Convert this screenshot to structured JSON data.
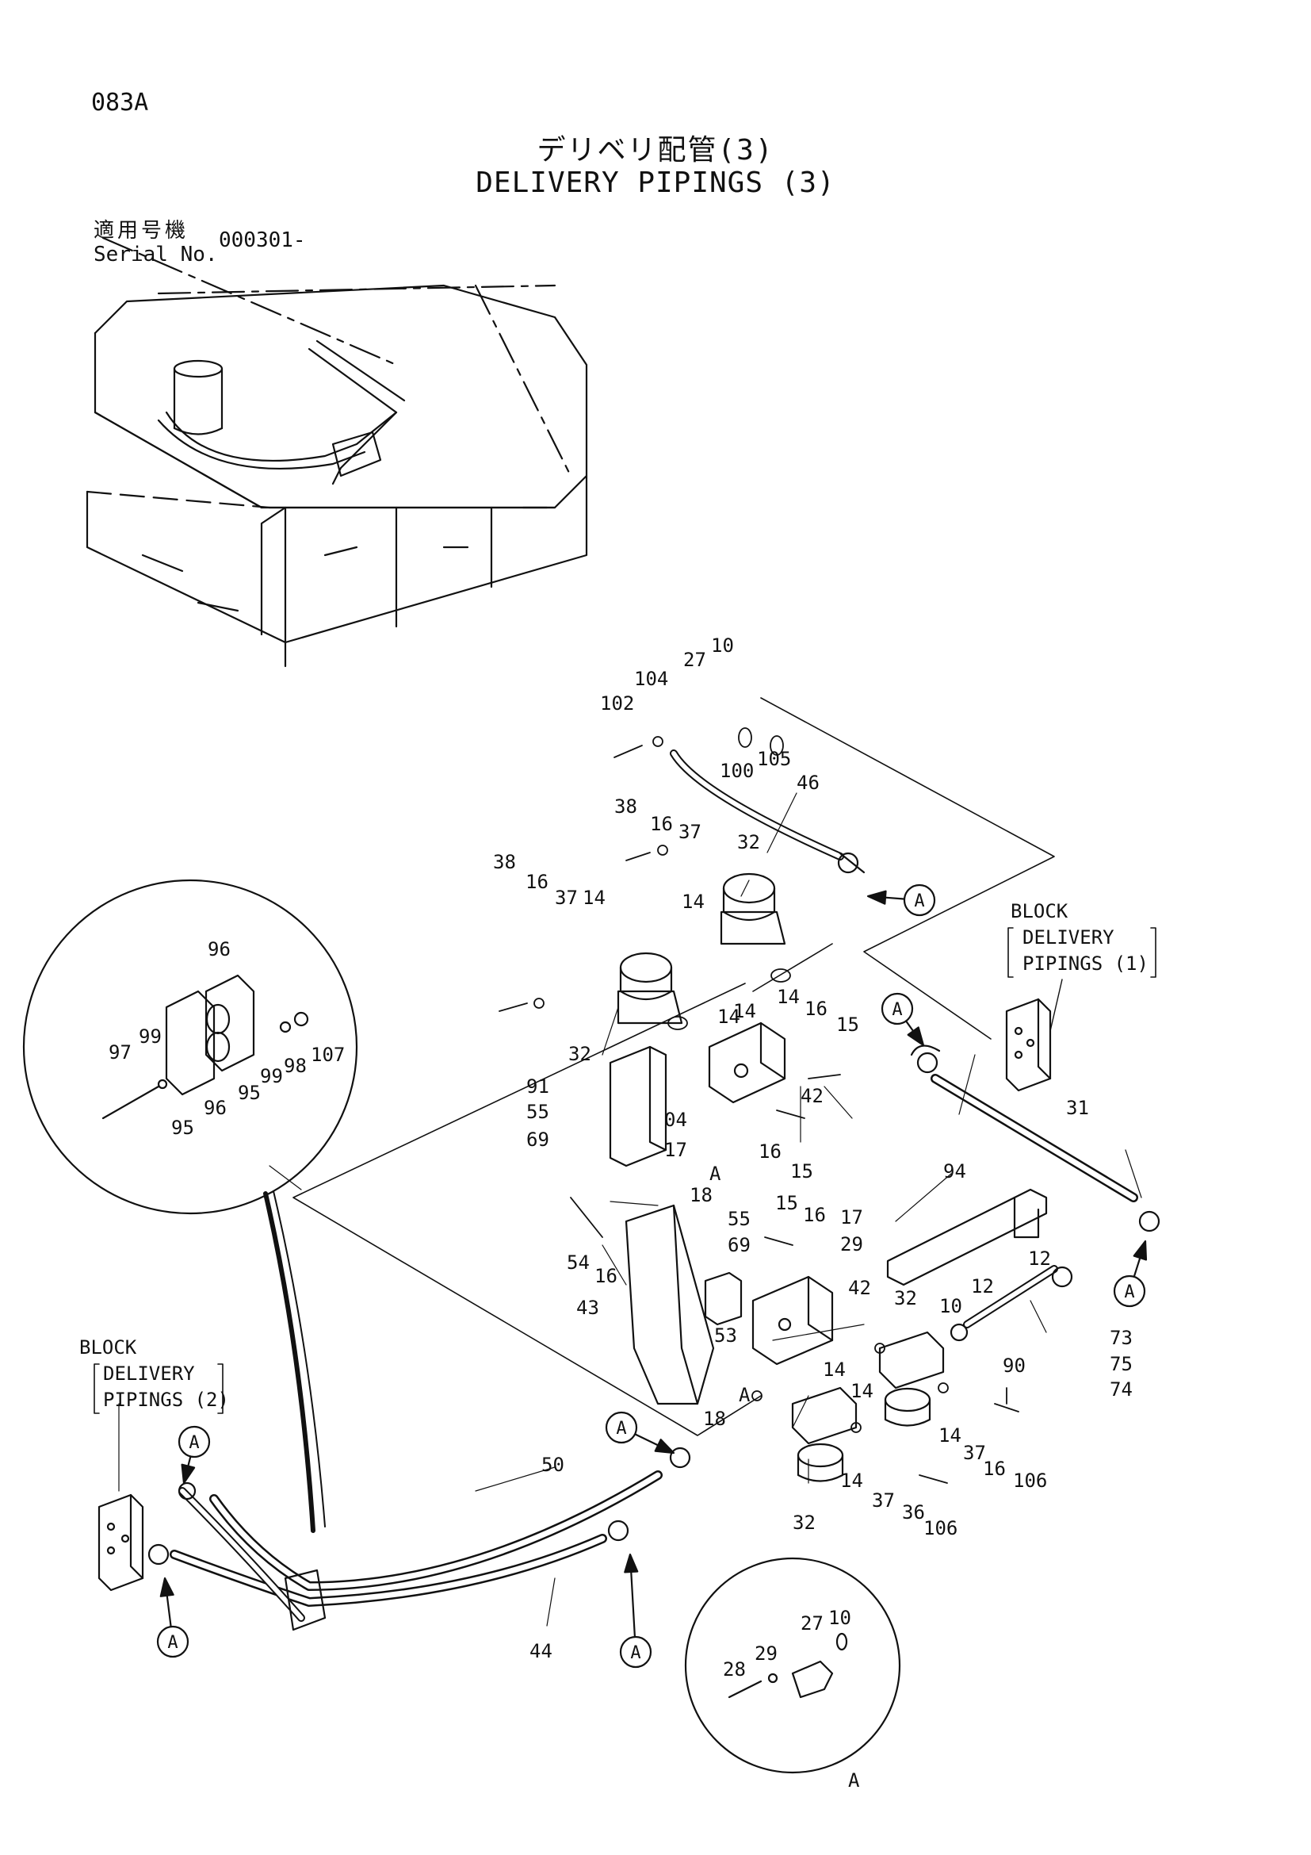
{
  "page_code": "083A",
  "title_jp": "デリベリ配管(3)",
  "title_en": "DELIVERY PIPINGS (3)",
  "serial": {
    "label_jp": "適用号機",
    "label_en": "Serial No.",
    "value": "000301-"
  },
  "refs": {
    "block1": [
      "BLOCK",
      "DELIVERY",
      "PIPINGS (1)"
    ],
    "block2": [
      "BLOCK",
      "DELIVERY",
      "PIPINGS (2)"
    ]
  },
  "marker": "A",
  "detail_a_label": "A",
  "callouts": {
    "c102": "102",
    "c104": "104",
    "c27": "27",
    "c10": "10",
    "c100": "100",
    "c105": "105",
    "c46": "46",
    "c38a": "38",
    "c16a": "16",
    "c37a": "37",
    "c32a": "32",
    "c14a": "14",
    "c38b": "38",
    "c16b": "16",
    "c37b": "37",
    "c14b": "14",
    "c14c": "14",
    "c14d": "14",
    "c14e": "14",
    "c32b": "32",
    "c16c": "16",
    "c15a": "15",
    "c42a": "42",
    "c16d": "16",
    "c15b": "15",
    "c91": "91",
    "c55a": "55",
    "c69a": "69",
    "c04": "04",
    "c17a": "17",
    "c18a": "18",
    "cAa": "A",
    "c31": "31",
    "c94": "94",
    "c54": "54",
    "c16e": "16",
    "c55b": "55",
    "c69b": "69",
    "c15c": "15",
    "c16f": "16",
    "c17b": "17",
    "c29a": "29",
    "c43": "43",
    "c53": "53",
    "c42b": "42",
    "c12a": "12",
    "c12b": "12",
    "c32c": "32",
    "c10b": "10",
    "c73": "73",
    "c75": "75",
    "c74": "74",
    "c90": "90",
    "c14f": "14",
    "c14g": "14",
    "cAb": "A",
    "c18b": "18",
    "c14h": "14",
    "c37c": "37",
    "c16g": "16",
    "c106a": "106",
    "c14i": "14",
    "c37d": "37",
    "c36": "36",
    "c106b": "106",
    "c32d": "32",
    "c50": "50",
    "c44": "44",
    "d96a": "96",
    "d97": "97",
    "d99a": "99",
    "d95a": "95",
    "d96b": "96",
    "d95b": "95",
    "d99b": "99",
    "d98": "98",
    "d107": "107",
    "e27": "27",
    "e10": "10",
    "e28": "28",
    "e29": "29"
  }
}
